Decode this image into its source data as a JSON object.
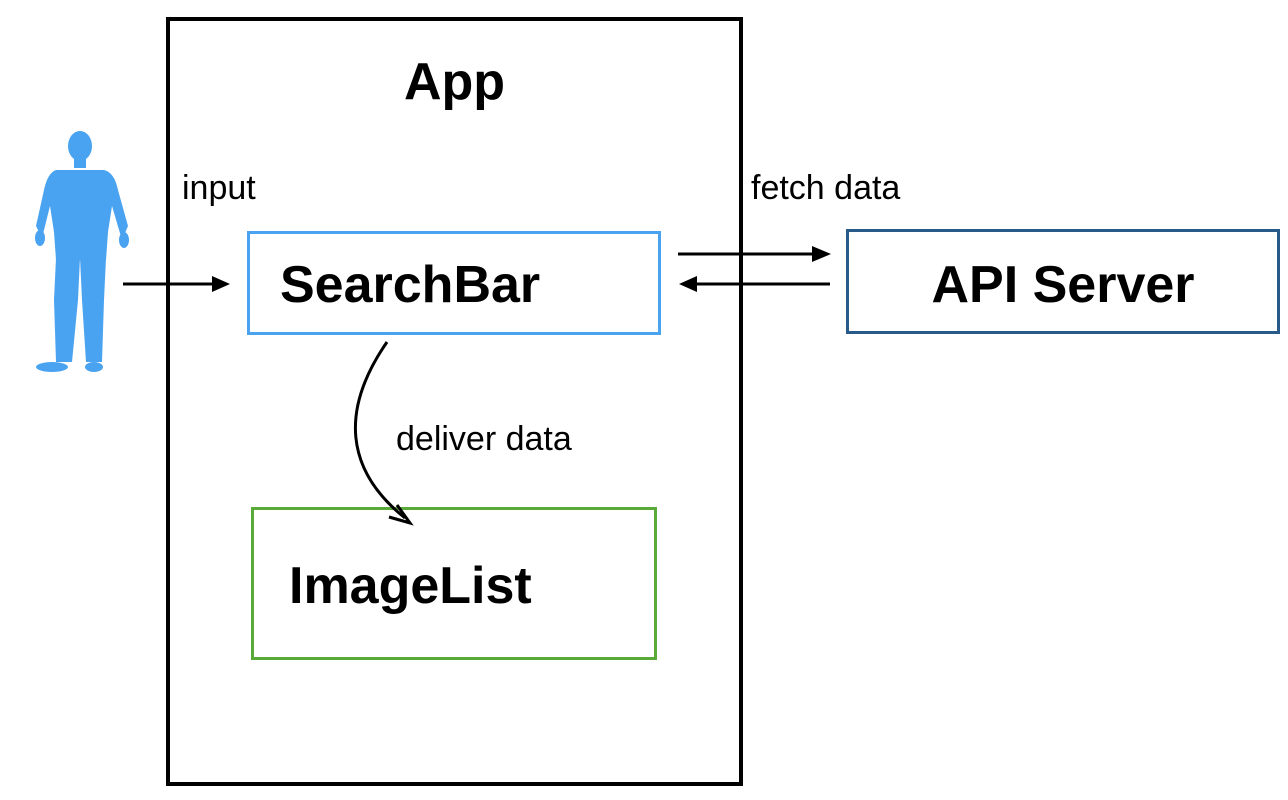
{
  "diagram": {
    "nodes": {
      "app": {
        "label": "App",
        "border_color": "#000000"
      },
      "searchbar": {
        "label": "SearchBar",
        "border_color": "#4aa3f0"
      },
      "imagelist": {
        "label": "ImageList",
        "border_color": "#5aaa3a"
      },
      "api_server": {
        "label": "API Server",
        "border_color": "#285a8a"
      },
      "user": {
        "icon": "person-icon",
        "color": "#4aa3f0"
      }
    },
    "edges": {
      "input": {
        "label": "input",
        "from": "user",
        "to": "searchbar"
      },
      "fetch": {
        "label": "fetch data",
        "from": "searchbar",
        "to": "api_server"
      },
      "response": {
        "label": "",
        "from": "api_server",
        "to": "searchbar"
      },
      "deliver": {
        "label": "deliver data",
        "from": "searchbar",
        "to": "imagelist"
      }
    }
  }
}
